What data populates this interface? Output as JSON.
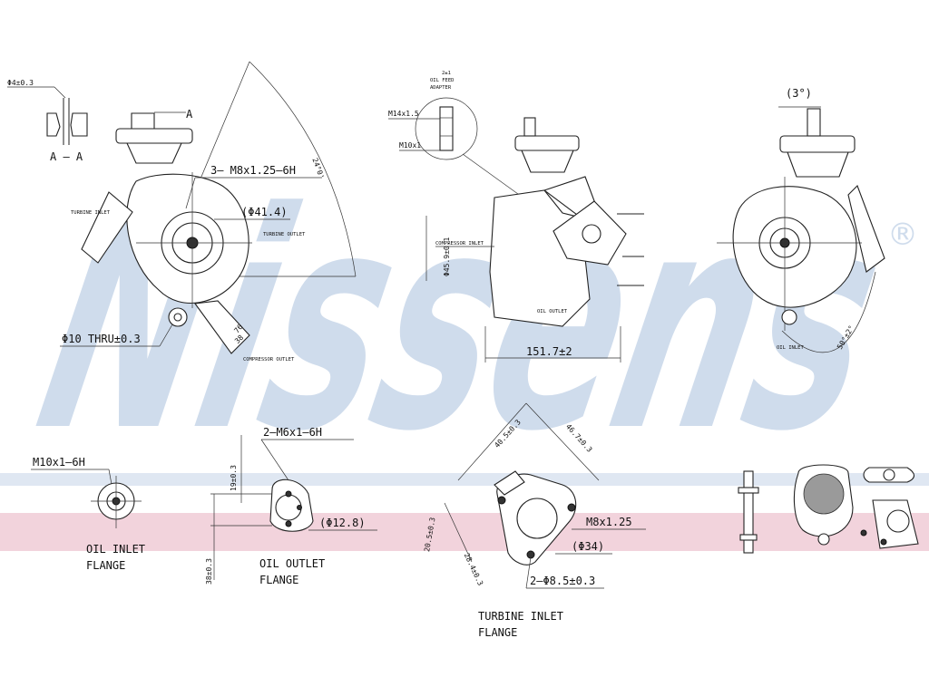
{
  "watermark": {
    "text": "Nissens",
    "registered": "®",
    "color_blue": "#cfdcec",
    "color_pink": "#f2d3dc",
    "color_strip": "#dfe7f2"
  },
  "labels": {
    "dia4": "Φ4±0.3",
    "a_mark": "A",
    "section_aa": "A – A",
    "m8_holes": "3– M8x1.25–6H",
    "dia41": "(Φ41.4)",
    "dim_76": "76",
    "angle_24": "24°0'",
    "turbine_inlet_small": "TURBINE INLET",
    "turbine_outlet_small": "TURBINE OUTLET",
    "dia10": "Φ10 THRU±0.3",
    "dim_38": "38",
    "compressor_outlet_small": "COMPRESSOR OUTLET",
    "oil_feed_title": "2±1",
    "oil_feed_1": "OIL FEED",
    "oil_feed_2": "ADAPTER",
    "m14": "M14x1.5",
    "m10_top": "M10x1",
    "dia459": "Φ45.9±0.1",
    "compressor_inlet_small": "COMPRESSOR INLET",
    "oil_outlet_small": "OIL OUTLET",
    "dim_1517": "151.7±2",
    "dim_3": "(3°)",
    "oil_inlet_small": "OIL INLET",
    "angle_50": "50°±2°",
    "m10_6h": "M10x1–6H",
    "oil_inlet_1": "OIL INLET",
    "oil_inlet_2": "FLANGE",
    "dim_19": "19±0.3",
    "m6_holes": "2–M6x1–6H",
    "dia128": "(Φ12.8)",
    "dim_38b": "38±0.3",
    "oil_outlet_1": "OIL OUTLET",
    "oil_outlet_2": "FLANGE",
    "dim_405": "40.5±0.3",
    "dim_467": "46.7±0.3",
    "dim_205": "20.5±0.3",
    "dim_284": "28.4±0.3",
    "m8_125": "M8x1.25",
    "dia34": "(Φ34)",
    "dia85": "2–Φ8.5±0.3",
    "turbine_inlet_1": "TURBINE INLET",
    "turbine_inlet_2": "FLANGE"
  }
}
